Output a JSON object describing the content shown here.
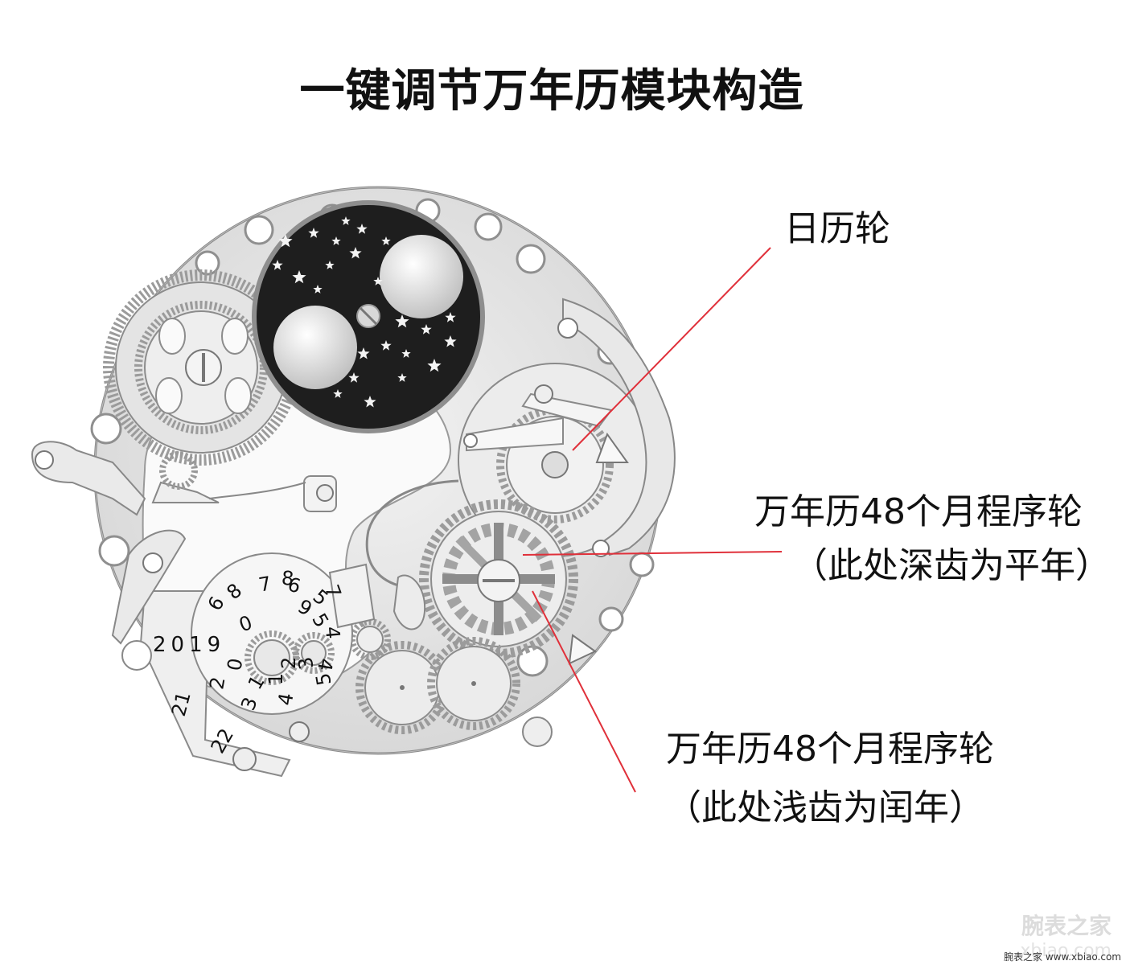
{
  "title": "一键调节万年历模块构造",
  "labels": {
    "date_wheel": "日历轮",
    "program_wheel_common_1": "万年历48个月程序轮",
    "program_wheel_common_2": "（此处深齿为平年）",
    "program_wheel_leap_1": "万年历48个月程序轮",
    "program_wheel_leap_2": "（此处浅齿为闰年）"
  },
  "year_disc": {
    "year": "2019",
    "digits_outer": [
      "6",
      "8",
      "7",
      "6",
      "5",
      "4",
      "0",
      "8",
      "9",
      "7",
      "5",
      "4"
    ],
    "digits_inner": [
      "0",
      "1",
      "2",
      "3",
      "4",
      "5",
      "1",
      "2",
      "3"
    ],
    "outer_numbers": [
      "21",
      "22"
    ]
  },
  "watermark": {
    "brand": "腕表之家",
    "url": "xbiao.com"
  },
  "footer": "腕表之家 www.xbiao.com",
  "colors": {
    "leader_line": "#e0303a",
    "plate": "#e6e6e6",
    "moon_disc": "#1e1e1e"
  }
}
